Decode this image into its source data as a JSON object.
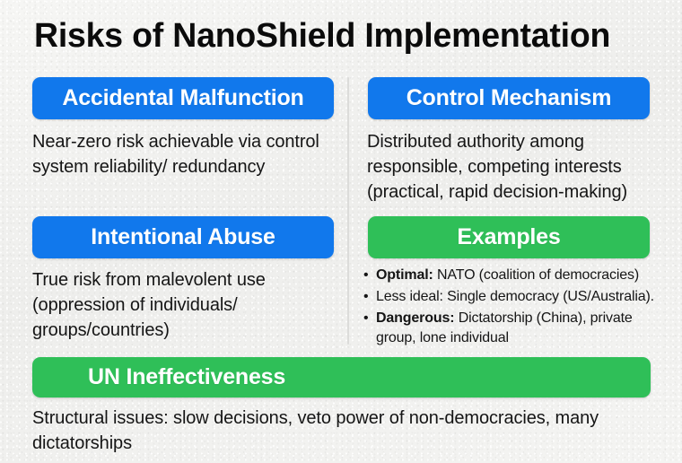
{
  "slide": {
    "title": "Risks of NanoShield Implementation",
    "background_color": "#f2f2f0",
    "accent_blue": "#1178ec",
    "accent_green": "#2fbf58",
    "text_color": "#151515"
  },
  "sections": {
    "accidental_malfunction": {
      "header": "Accidental Malfunction",
      "body": "Near-zero risk achievable via control system reliability/ redundancy"
    },
    "control_mechanism": {
      "header": "Control Mechanism",
      "body": "Distributed authority among responsible, competing interests (practical, rapid decision-making)"
    },
    "intentional_abuse": {
      "header": "Intentional Abuse",
      "body": "True risk from malevolent use (oppression of individuals/ groups/countries)"
    },
    "examples": {
      "header": "Examples",
      "items": [
        {
          "lead": "Optimal:",
          "lead_bold": true,
          "rest": " NATO (coalition of democracies)"
        },
        {
          "lead": "Less ideal:",
          "lead_bold": false,
          "rest": " Single democracy (US/Australia)."
        },
        {
          "lead": "Dangerous:",
          "lead_bold": true,
          "rest": " Dictatorship (China), private group, lone individual"
        }
      ]
    },
    "un_ineffectiveness": {
      "header": "UN Ineffectiveness",
      "body": "Structural issues: slow decisions, veto power of non-democracies, many dictatorships"
    }
  }
}
